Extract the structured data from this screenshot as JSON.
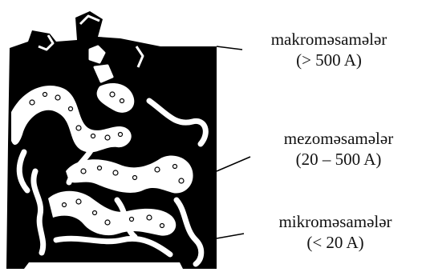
{
  "figure": {
    "labels": [
      {
        "name": "makroməsamələr",
        "range": "(> 500 A)"
      },
      {
        "name": "mezoməsamələr",
        "range": "(20 – 500 A)"
      },
      {
        "name": "mikroməsamələr",
        "range": "(< 20 A)"
      }
    ]
  }
}
